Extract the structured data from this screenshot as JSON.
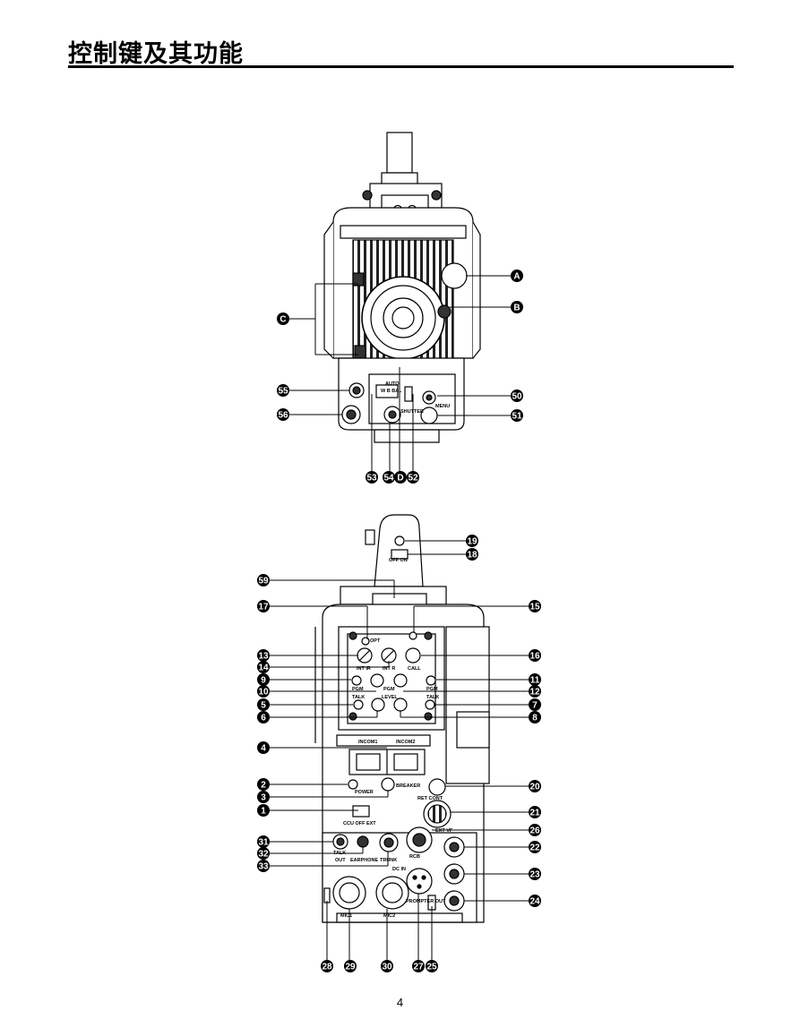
{
  "page": {
    "title": "控制键及其功能",
    "page_number": "4"
  },
  "top_view": {
    "callouts": [
      "A",
      "B",
      "C",
      "55",
      "56",
      "50",
      "51",
      "53",
      "54",
      "D",
      "52"
    ],
    "labels": {
      "auto": "AUTO",
      "w_bal": "W  B  BAL",
      "menu": "MENU",
      "shutter": "SHUTTER"
    }
  },
  "rear_view": {
    "callouts": [
      "19",
      "18",
      "59",
      "17",
      "15",
      "13",
      "16",
      "14",
      "9",
      "11",
      "10",
      "12",
      "5",
      "7",
      "6",
      "8",
      "4",
      "2",
      "20",
      "3",
      "1",
      "21",
      "26",
      "31",
      "22",
      "32",
      "33",
      "23",
      "24",
      "28",
      "29",
      "30",
      "27",
      "25"
    ],
    "labels": {
      "off_on": "OFF  ON",
      "opt": "OPT",
      "int_ir": "INT IR",
      "int_r": "INT R",
      "call": "CALL",
      "pgm": "PGM",
      "pgm2": "PGM",
      "pgm_center": "PGM",
      "level": "LEVEL",
      "talk": "TALK",
      "talk2": "TALK",
      "incom1": "INCOM1",
      "incom2": "INCOM2",
      "power": "POWER",
      "breaker": "BREAKER",
      "ret_cont": "RET CONT",
      "ccu_off_ext": "CCU  OFF  EXT",
      "ext_vf": "EXT VF",
      "rcb": "RCB",
      "talk_out": "TALK",
      "out": "OUT",
      "earphone": "EARPHONE",
      "trunk": "TRUNK",
      "dc_in": "DC IN",
      "prompter_out": "PROMPTER OUT",
      "mic1": "MIC1",
      "mic2": "MIC2"
    }
  },
  "colors": {
    "ink": "#000000",
    "paper": "#ffffff",
    "shade": "#555555"
  }
}
